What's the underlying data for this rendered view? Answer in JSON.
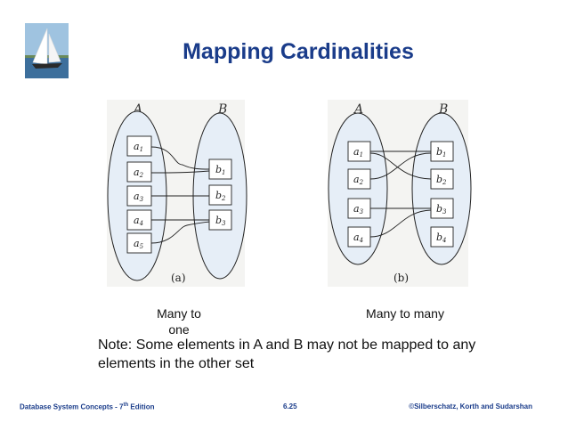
{
  "title": "Mapping Cardinalities",
  "diagram_a": {
    "set_a_label": "A",
    "set_b_label": "B",
    "set_a_elements": [
      "a1",
      "a2",
      "a3",
      "a4",
      "a5"
    ],
    "set_b_elements": [
      "b1",
      "b2",
      "b3"
    ],
    "mappings": [
      [
        "a1",
        "b1"
      ],
      [
        "a2",
        "b1"
      ],
      [
        "a3",
        "b2"
      ],
      [
        "a4",
        "b3"
      ],
      [
        "a5",
        "b3"
      ]
    ],
    "panel_label": "(a)",
    "caption": "Many to one"
  },
  "diagram_b": {
    "set_a_label": "A",
    "set_b_label": "B",
    "set_a_elements": [
      "a1",
      "a2",
      "a3",
      "a4"
    ],
    "set_b_elements": [
      "b1",
      "b2",
      "b3",
      "b4"
    ],
    "mappings": [
      [
        "a1",
        "b1"
      ],
      [
        "a1",
        "b2"
      ],
      [
        "a2",
        "b1"
      ],
      [
        "a3",
        "b3"
      ],
      [
        "a4",
        "b3"
      ]
    ],
    "panel_label": "(b)",
    "caption": "Many to many"
  },
  "note": "Note: Some elements in A and B may not be mapped to any elements in the other set",
  "footer": {
    "left": "Database System Concepts - 7",
    "left_sup": "th",
    "left_tail": " Edition",
    "center": "6.25",
    "right": "©Silberschatz, Korth and Sudarshan"
  },
  "colors": {
    "title": "#1a3c8a",
    "ellipse_fill": "#e6eef7",
    "diagram_bg": "#f4f4f2"
  }
}
